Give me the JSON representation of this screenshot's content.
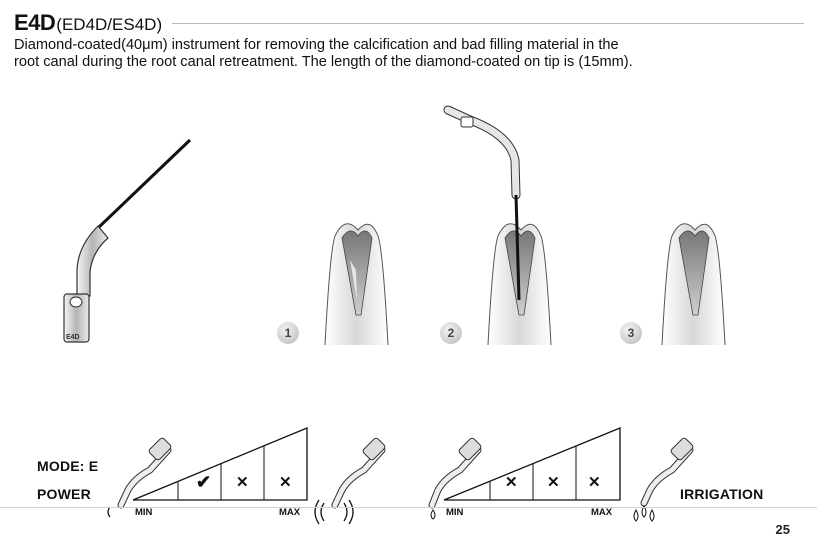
{
  "header": {
    "model": "E4D",
    "variants": "(ED4D/ES4D)",
    "description_line1": "Diamond-coated(40μm) instrument for removing the calcification and bad filling material in the",
    "description_line2": "root canal during the root canal retreatment. The length of the diamond-coated on tip is (15mm)."
  },
  "instrument": {
    "label": "E4D"
  },
  "steps": [
    {
      "number": "1"
    },
    {
      "number": "2"
    },
    {
      "number": "3"
    }
  ],
  "power_panel": {
    "mode_label": "MODE: E",
    "power_label": "POWER",
    "min_label": "MIN",
    "max_label": "MAX",
    "marks": [
      "✔",
      "✕",
      "✕"
    ]
  },
  "irrigation_panel": {
    "irrigation_label": "IRRIGATION",
    "min_label": "MIN",
    "max_label": "MAX",
    "marks": [
      "✕",
      "✕",
      "✕"
    ]
  },
  "footer": {
    "page_number": "25"
  }
}
